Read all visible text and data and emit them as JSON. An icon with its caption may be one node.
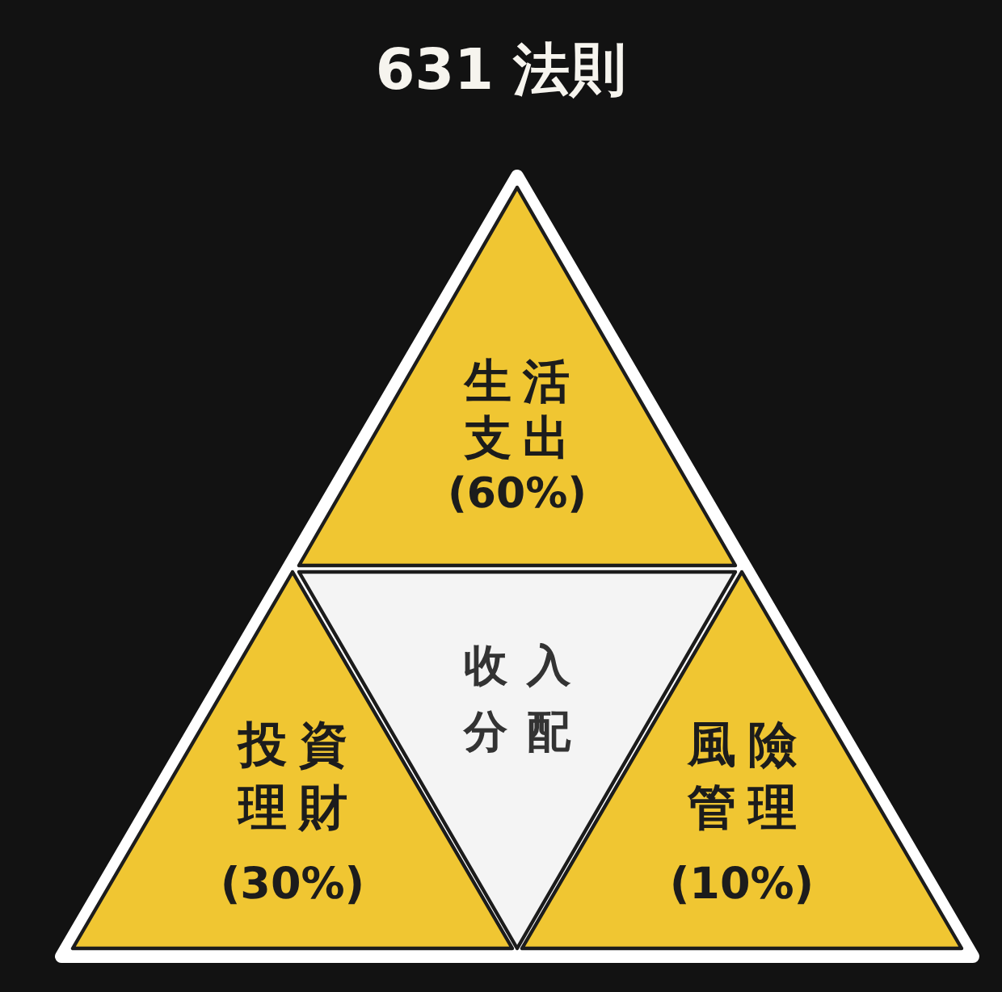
{
  "diagram": {
    "title": "631 法則",
    "nodes": [
      {
        "text": [
          "生活支出",
          "(60%)"
        ]
      },
      {
        "text": [
          "投資理財",
          "(30%)"
        ]
      },
      {
        "text": [
          "收入分配"
        ]
      },
      {
        "text": [
          "風險管理",
          "(10%)"
        ]
      }
    ]
  }
}
